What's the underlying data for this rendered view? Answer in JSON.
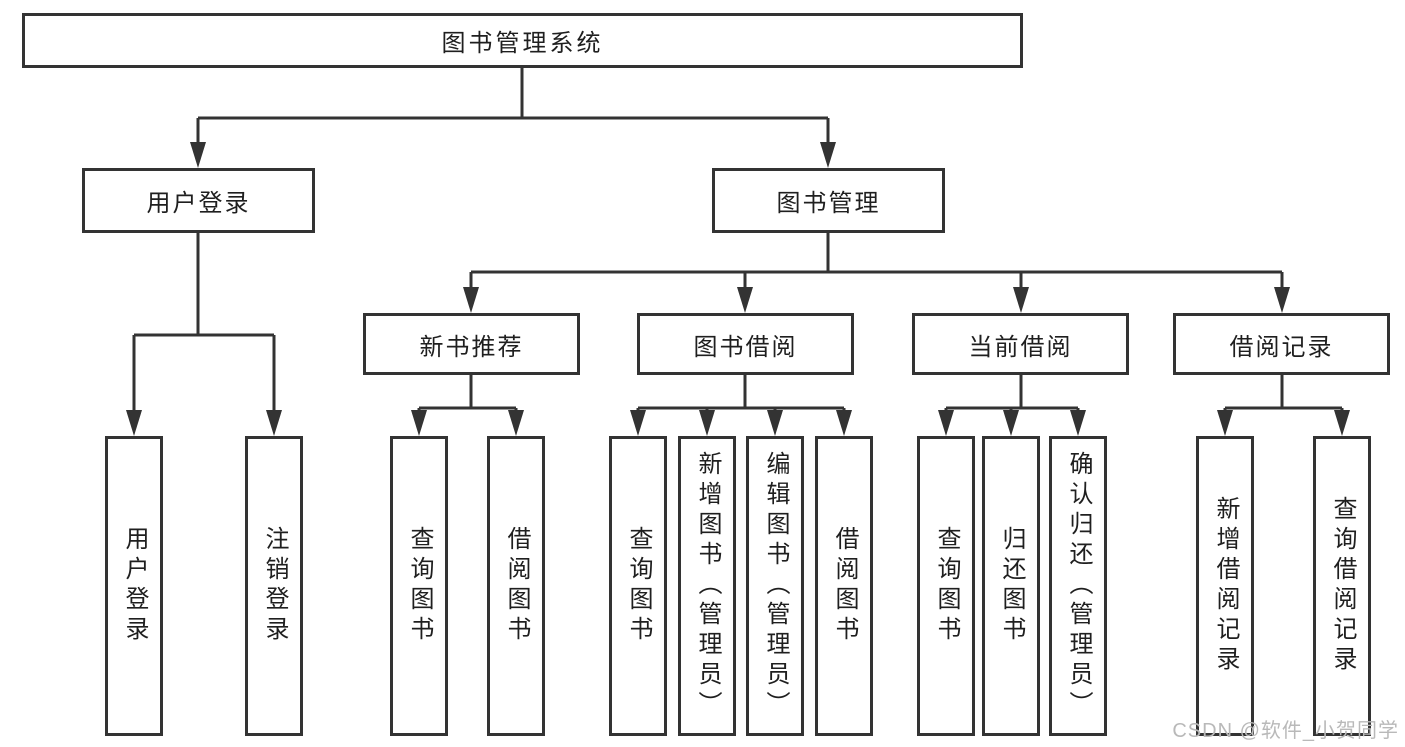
{
  "colors": {
    "line": "#333333",
    "node_border": "#333333",
    "text": "#1f1f1f",
    "background": "#ffffff",
    "watermark": "#b9b9b9"
  },
  "tree": {
    "root": {
      "label": "图书管理系统"
    },
    "user_login": {
      "label": "用户登录",
      "children": [
        {
          "label": "用户登录"
        },
        {
          "label": "注销登录"
        }
      ]
    },
    "book_management": {
      "label": "图书管理",
      "sections": [
        {
          "label": "新书推荐",
          "children": [
            {
              "label": "查询图书"
            },
            {
              "label": "借阅图书"
            }
          ]
        },
        {
          "label": "图书借阅",
          "children": [
            {
              "label": "查询图书"
            },
            {
              "label": "新增图书（管理员）"
            },
            {
              "label": "编辑图书（管理员）"
            },
            {
              "label": "借阅图书"
            }
          ]
        },
        {
          "label": "当前借阅",
          "children": [
            {
              "label": "查询图书"
            },
            {
              "label": "归还图书"
            },
            {
              "label": "确认归还（管理员）"
            }
          ]
        },
        {
          "label": "借阅记录",
          "children": [
            {
              "label": "新增借阅记录"
            },
            {
              "label": "查询借阅记录"
            }
          ]
        }
      ]
    }
  },
  "watermark": {
    "text": "CSDN @软件_小贺同学"
  }
}
